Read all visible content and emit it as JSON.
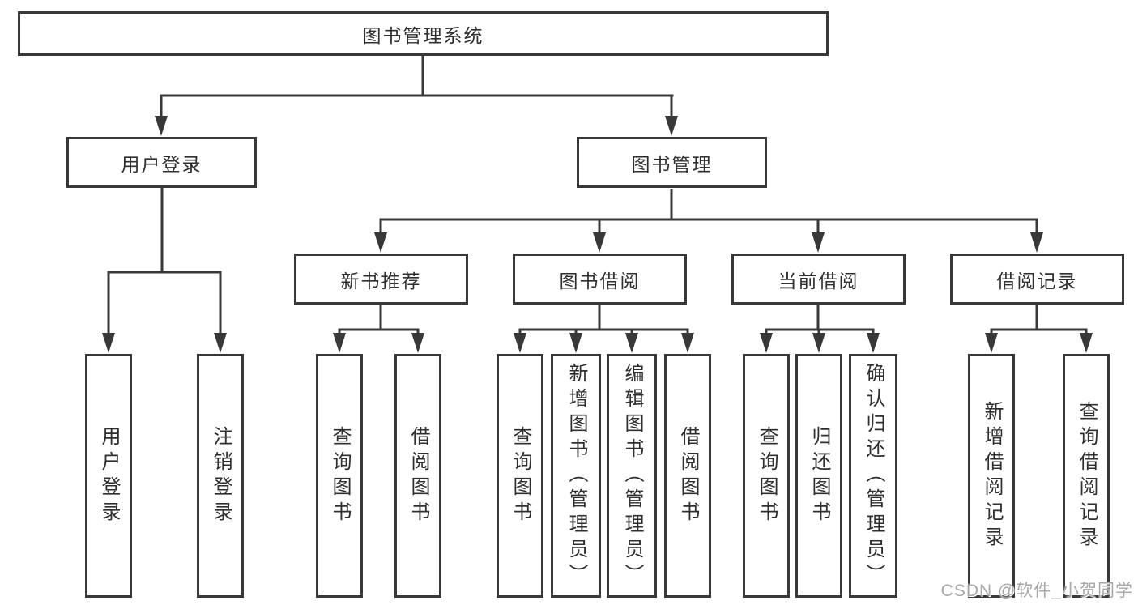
{
  "tree": {
    "root": {
      "label": "图书管理系统"
    },
    "children": [
      {
        "label": "用户登录",
        "children": [
          {
            "label": "用户登录"
          },
          {
            "label": "注销登录"
          }
        ]
      },
      {
        "label": "图书管理",
        "children": [
          {
            "label": "新书推荐",
            "children": [
              {
                "label": "查询图书"
              },
              {
                "label": "借阅图书"
              }
            ]
          },
          {
            "label": "图书借阅",
            "children": [
              {
                "label": "查询图书"
              },
              {
                "label": "新增图书（管理员）"
              },
              {
                "label": "编辑图书（管理员）"
              },
              {
                "label": "借阅图书"
              }
            ]
          },
          {
            "label": "当前借阅",
            "children": [
              {
                "label": "查询图书"
              },
              {
                "label": "归还图书"
              },
              {
                "label": "确认归还（管理员）"
              }
            ]
          },
          {
            "label": "借阅记录",
            "children": [
              {
                "label": "新增借阅记录"
              },
              {
                "label": "查询借阅记录"
              }
            ]
          }
        ]
      }
    ]
  },
  "watermark": "CSDN @软件_小贺同学",
  "colors": {
    "line": "#383838",
    "box_border": "#383838",
    "text": "#2f2f2f",
    "watermark": "#a8a8a8",
    "background": "#ffffff"
  }
}
